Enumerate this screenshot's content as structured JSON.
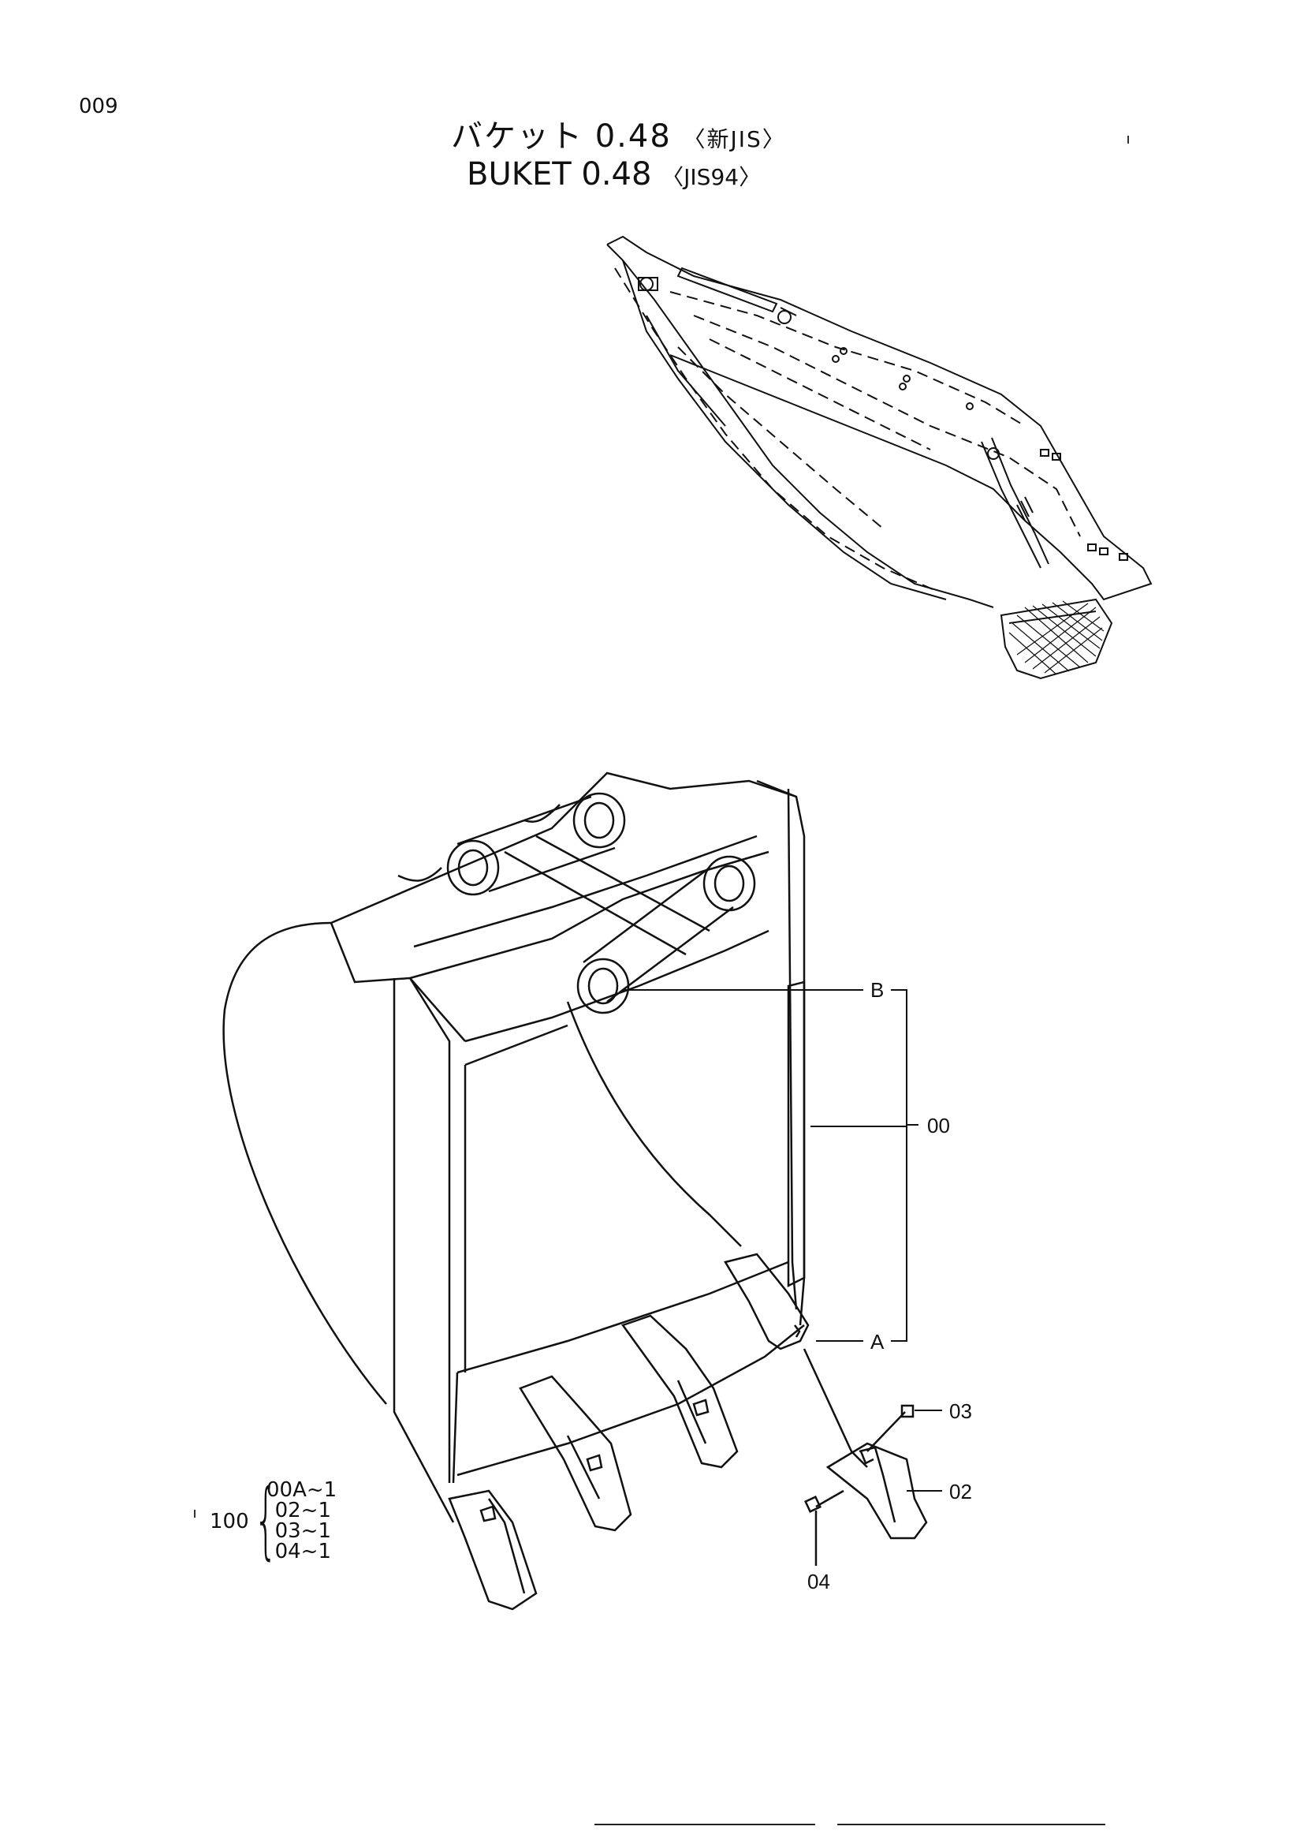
{
  "page_number": "009",
  "title": {
    "jp_text": "バケット 0.48",
    "jp_code": "〈新JIS〉",
    "en_text": "BUKET 0.48",
    "en_code": "〈JIS94〉"
  },
  "callouts": {
    "ref_a": "A",
    "ref_b": "B",
    "bucket": "00",
    "tooth_02": "02",
    "pin_03": "03",
    "lock_04": "04"
  },
  "kit": {
    "number": "100",
    "items": [
      "00A~1",
      "02~1",
      "03~1",
      "04~1"
    ]
  }
}
